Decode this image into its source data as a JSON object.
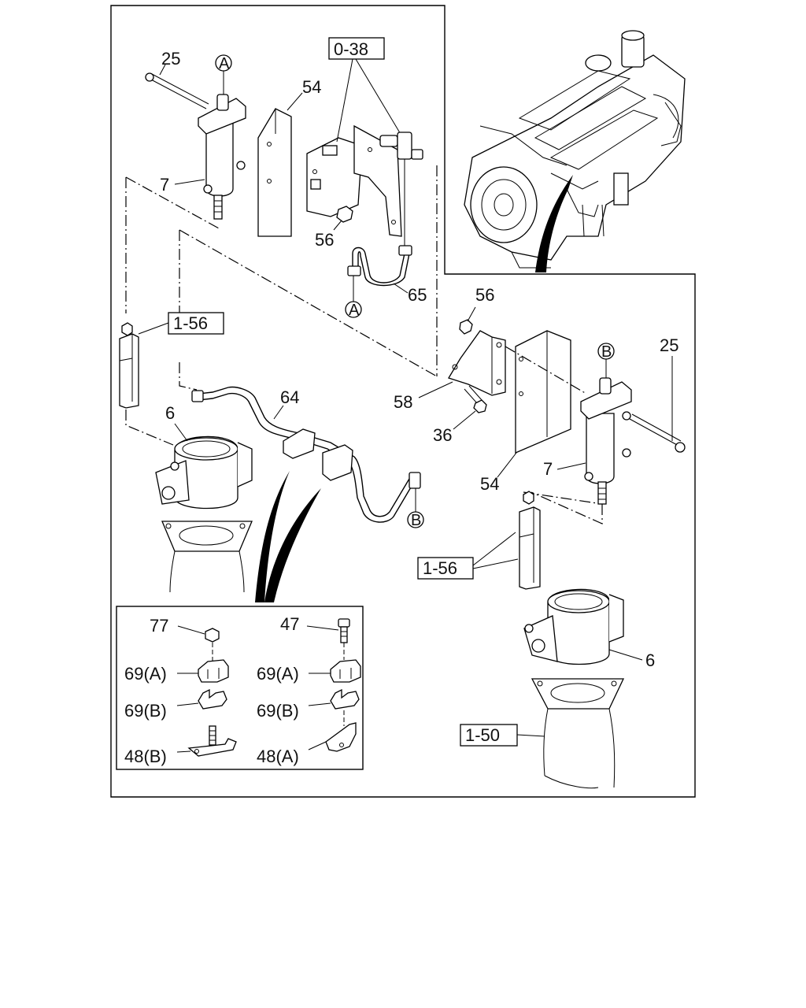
{
  "callouts": {
    "c25a": "25",
    "cA1": "A",
    "c54a": "54",
    "c038": "0-38",
    "c7a": "7",
    "c56a": "56",
    "cA2": "A",
    "c65": "65",
    "c156a": "1-56",
    "c64": "64",
    "c6a": "6",
    "cB1": "B",
    "c56b": "56",
    "cB2": "B",
    "c25b": "25",
    "c58": "58",
    "c36": "36",
    "c54b": "54",
    "c7b": "7",
    "c156b": "1-56",
    "c6b": "6",
    "c150": "1-50"
  },
  "inset": {
    "l77": "77",
    "l47": "47",
    "l69a_left": "69(A)",
    "l69a_right": "69(A)",
    "l69b_left": "69(B)",
    "l69b_right": "69(B)",
    "l48b": "48(B)",
    "l48a": "48(A)"
  }
}
